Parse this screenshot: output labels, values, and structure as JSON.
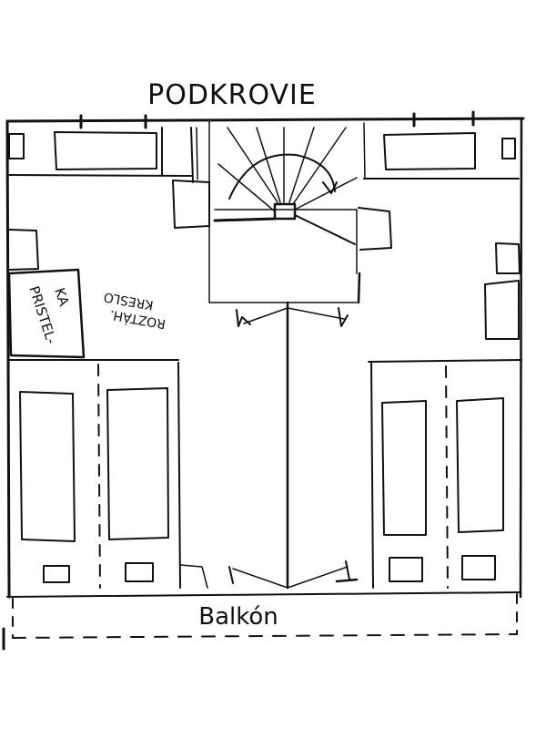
{
  "plan": {
    "title": "PODKROVIE",
    "balcony_label": "Balkón",
    "bed_label_line1": "PRISTEL-",
    "bed_label_line2": "KA",
    "armchair_label_line1": "ROZTÁH.",
    "armchair_label_line2": "KRESLO"
  },
  "ink_color": "#111111"
}
